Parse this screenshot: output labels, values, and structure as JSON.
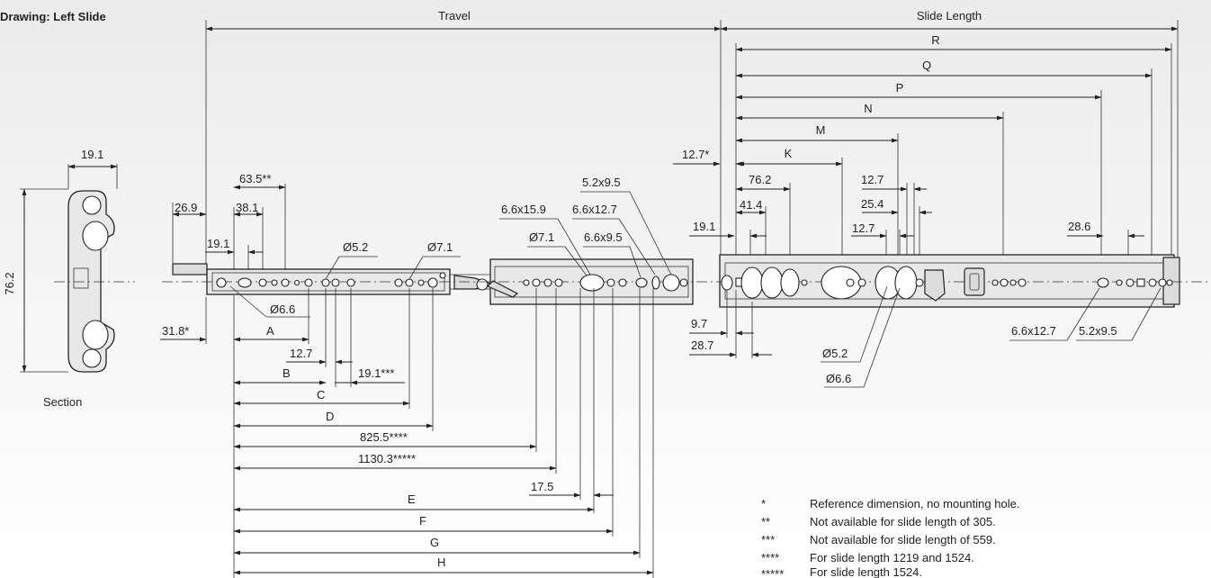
{
  "title": "Drawing: Left Slide",
  "section_label": "Section",
  "section_dims": {
    "width": "19.1",
    "height": "76.2"
  },
  "header_labels": {
    "travel": "Travel",
    "slide_length": "Slide Length"
  },
  "length_letters": [
    "R",
    "Q",
    "P",
    "N",
    "M",
    "K"
  ],
  "dims": {
    "d63_5": "63.5**",
    "d26_9": "26.9",
    "d38_1": "38.1",
    "d19_1a": "19.1",
    "phi5_2a": "Ø5.2",
    "phi7_1a": "Ø7.1",
    "phi6_6a": "Ø6.6",
    "d31_8": "31.8*",
    "A": "A",
    "d12_7a": "12.7",
    "B": "B",
    "d19_1s": "19.1***",
    "C": "C",
    "D": "D",
    "d825": "825.5****",
    "d1130": "1130.3*****",
    "d17_5": "17.5",
    "E": "E",
    "F": "F",
    "G": "G",
    "H": "H",
    "s52x95a": "5.2x9.5",
    "s66x159": "6.6x15.9",
    "s66x127a": "6.6x12.7",
    "phi7_1b": "Ø7.1",
    "s66x95": "6.6x9.5",
    "d12_7s": "12.7*",
    "d76_2": "76.2",
    "d41_4": "41.4",
    "d19_1b": "19.1",
    "d12_7b": "12.7",
    "d25_4": "25.4",
    "d12_7c": "12.7",
    "d28_6": "28.6",
    "d9_7": "9.7",
    "d28_7": "28.7",
    "phi5_2b": "Ø5.2",
    "phi6_6b": "Ø6.6",
    "s66x127b": "6.6x12.7",
    "s52x95b": "5.2x9.5"
  },
  "notes": [
    {
      "mark": "*",
      "text": "Reference dimension, no mounting hole."
    },
    {
      "mark": "**",
      "text": "Not available for slide length of 305."
    },
    {
      "mark": "***",
      "text": "Not available for slide length of 559."
    },
    {
      "mark": "****",
      "text": "For slide length 1219 and 1524."
    },
    {
      "mark": "*****",
      "text": "For slide length 1524."
    }
  ]
}
